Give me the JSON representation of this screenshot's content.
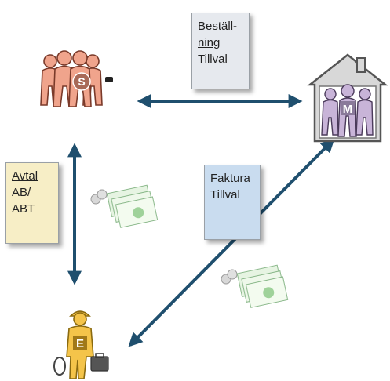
{
  "nodes": {
    "s": {
      "letter": "S",
      "fill": "#f0a48c"
    },
    "m": {
      "letter": "M",
      "fill": "#c8b4d8"
    },
    "e": {
      "letter": "E",
      "fill": "#f4c44a"
    }
  },
  "notes": {
    "bestallning": {
      "title_line1": "Beställ-",
      "title_line2": "ning",
      "line3": "Tillval",
      "bg": "#e6e9ee"
    },
    "avtal": {
      "title": "Avtal",
      "line2": "AB/",
      "line3": "ABT",
      "bg": "#f7eec6"
    },
    "faktura": {
      "title": "Faktura",
      "line2": "Tillval",
      "bg": "#c9dcef"
    }
  },
  "colors": {
    "arrow": "#1f4f6e",
    "money": "#9fd29a"
  }
}
